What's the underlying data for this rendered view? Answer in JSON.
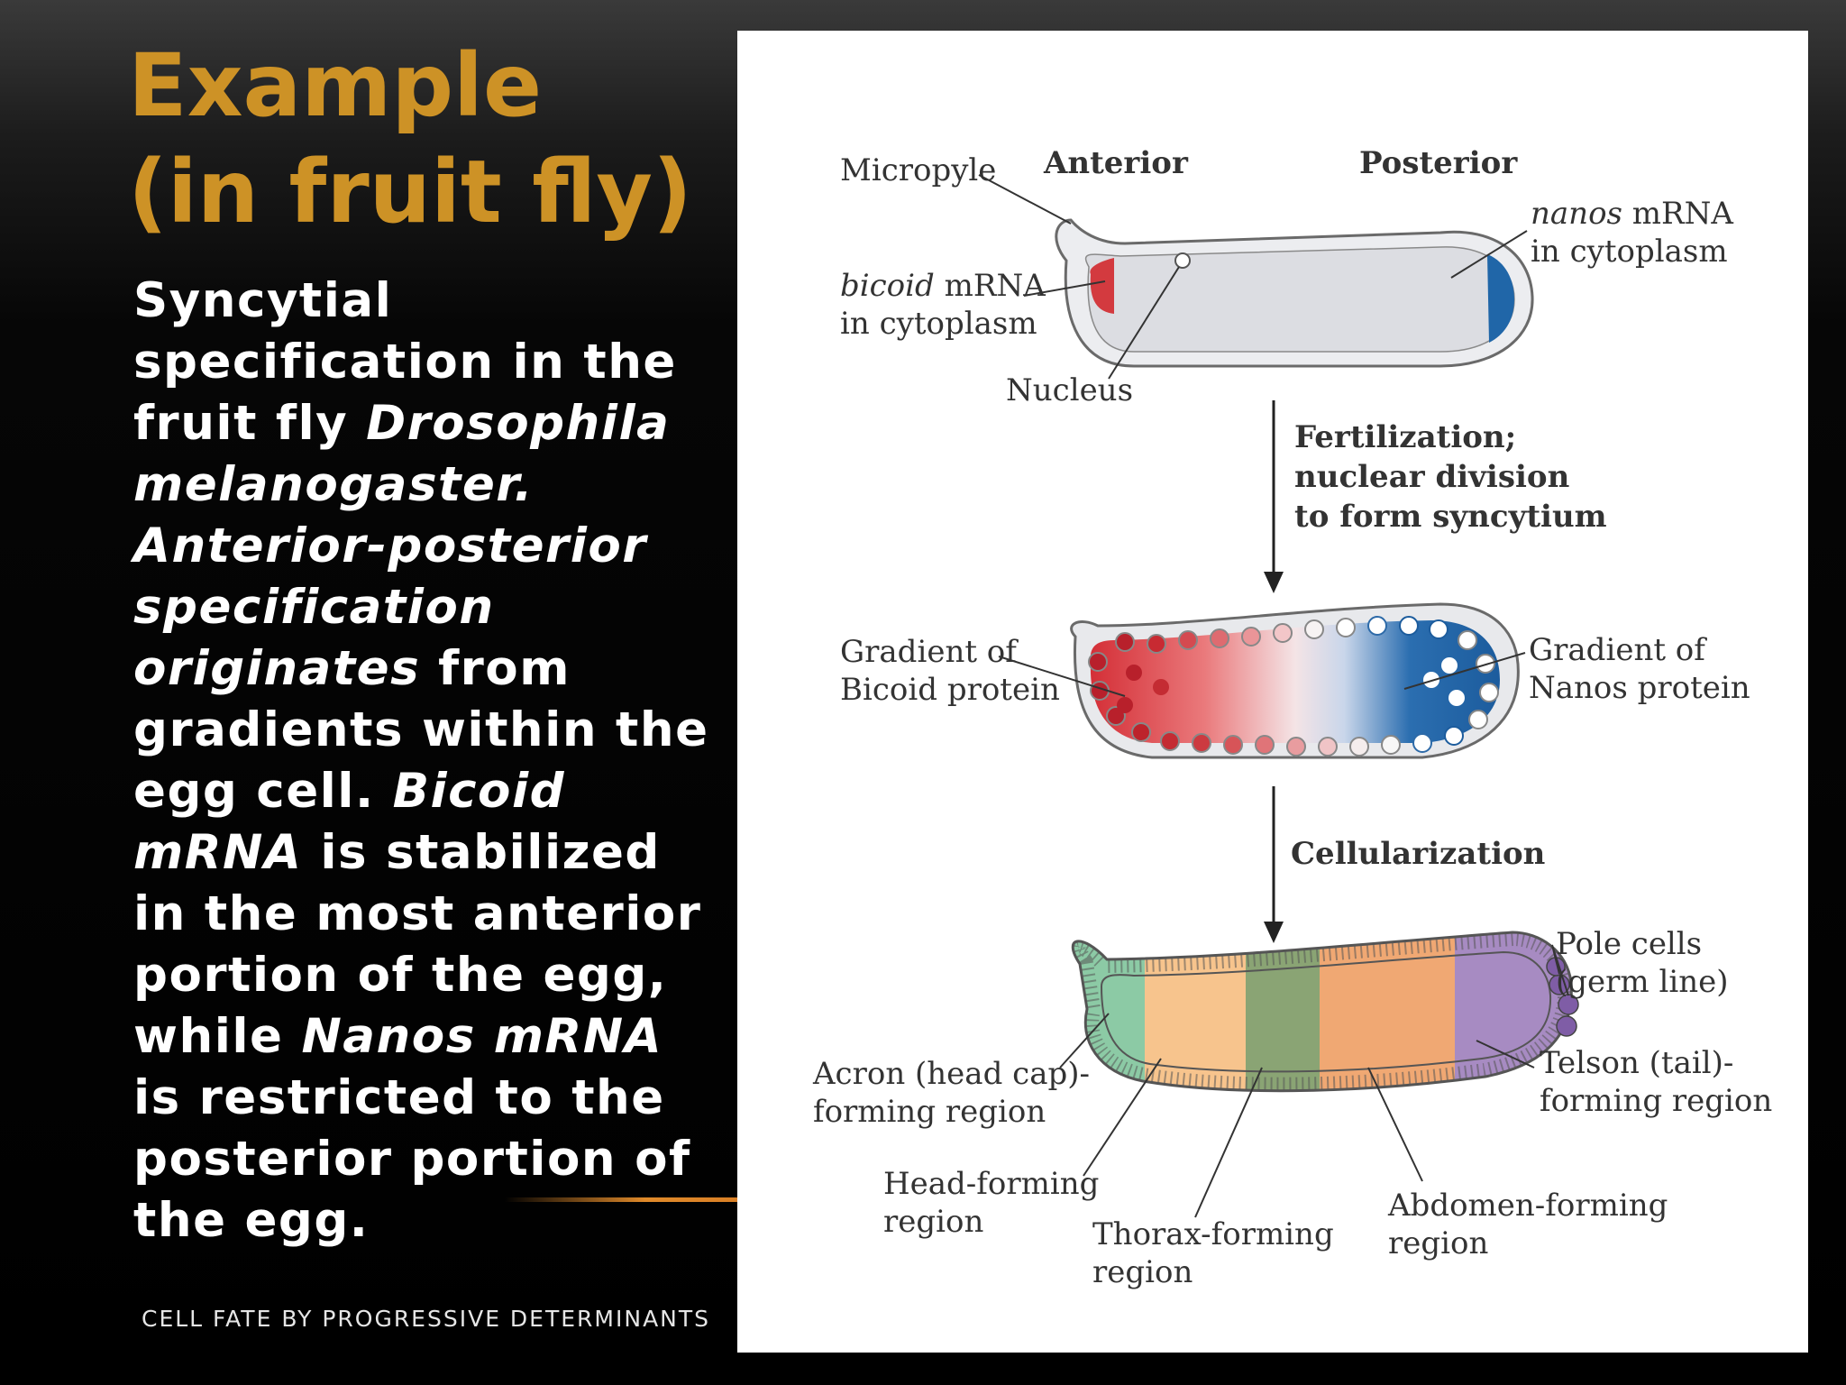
{
  "slide": {
    "title_line1": "Example",
    "title_line2": "(in fruit fly)",
    "body": {
      "t1": "Syncytial specification in the fruit fly ",
      "t2": "Drosophila melanogaster. Anterior-posterior specification originates",
      "t3": " from gradients within the egg cell. ",
      "t4": "Bicoid mRNA",
      "t5": " is stabilized in the most anterior portion of the egg, while ",
      "t6": "Nanos mRNA",
      "t7": " is restricted to the posterior portion of the egg."
    },
    "footer": "CELL FATE BY PROGRESSIVE DETERMINANTS"
  },
  "diagram": {
    "stage1": {
      "anterior": "Anterior",
      "posterior": "Posterior",
      "micropyle": "Micropyle",
      "bicoid_italic": "bicoid",
      "bicoid_rest": " mRNA",
      "bicoid_line2": "in cytoplasm",
      "nanos_italic": "nanos",
      "nanos_rest": " mRNA",
      "nanos_line2": "in cytoplasm",
      "nucleus": "Nucleus"
    },
    "step1": [
      "Fertilization;",
      "nuclear division",
      "to form syncytium"
    ],
    "stage2": {
      "bicoid_gradient": [
        "Gradient of",
        "Bicoid protein"
      ],
      "nanos_gradient": [
        "Gradient of",
        "Nanos protein"
      ]
    },
    "step2": "Cellularization",
    "stage3": {
      "pole_cells": [
        "Pole cells",
        "(germ line)"
      ],
      "acron": [
        "Acron (head cap)-",
        "forming region"
      ],
      "telson": [
        "Telson (tail)-",
        "forming region"
      ],
      "head": [
        "Head-forming",
        "region"
      ],
      "thorax": [
        "Thorax-forming",
        "region"
      ],
      "abdomen": [
        "Abdomen-forming",
        "region"
      ]
    },
    "colors": {
      "bicoid": "#d33a3f",
      "nanos": "#2066a8",
      "egg_fill": "#dcdde2",
      "acron": "#8ccaa5",
      "head": "#f7c48d",
      "thorax": "#8aa474",
      "abdomen": "#f0a873",
      "telson": "#a78bc2"
    }
  }
}
